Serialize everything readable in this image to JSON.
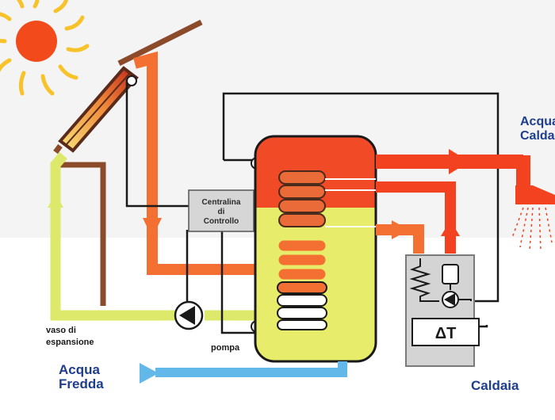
{
  "labels": {
    "hot_water_line1": "Acqua",
    "hot_water_line2": "Calda",
    "controller_line1": "Centralina",
    "controller_line2": "di",
    "controller_line3": "Controllo",
    "expansion_line1": "vaso di",
    "expansion_line2": "espansione",
    "pump": "pompa",
    "cold_water_line1": "Acqua",
    "cold_water_line2": "Fredda",
    "boiler": "Caldaia",
    "delta_t": "ΔT"
  },
  "colors": {
    "hot": "#f2421f",
    "warm": "#f47032",
    "cold_loop": "#dde96a",
    "cold_water": "#62b8e8",
    "frame_line": "#1a1a1a",
    "tank_top": "#f04a26",
    "tank_bottom": "#e7ec6a",
    "boiler_box": "#d4d4d4",
    "collector_pipe": "#8b4a2a",
    "sun": "#f24a1a",
    "sun_rays": "#f7c22a",
    "text_blue": "#1d3d8f"
  },
  "icons": [
    "sun-icon",
    "solar-collector-icon",
    "pump-icon",
    "shower-head-icon",
    "spring-icon",
    "valve-icon"
  ]
}
